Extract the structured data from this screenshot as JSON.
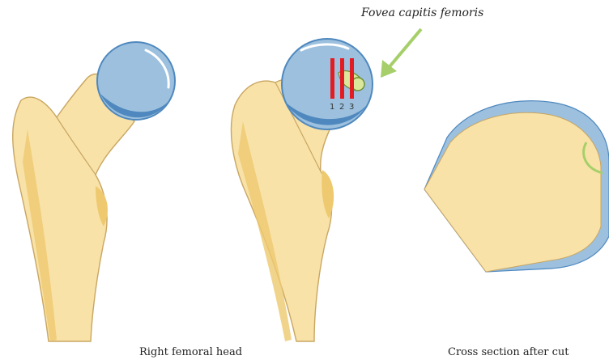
{
  "annotations": {
    "fovea_label": "Fovea capitis femoris",
    "cut_numbers": [
      "1",
      "2",
      "3"
    ]
  },
  "captions": {
    "right_femoral_head": "Right femoral head",
    "cross_section": "Cross section after cut"
  },
  "colors": {
    "bone": "#f8e2a8",
    "bone_shadow": "#eec96f",
    "cartilage": "#9cc0de",
    "cartilage_dark": "#4f88be",
    "cut_line": "#e31b23",
    "fovea": "#d9e89a",
    "arrow": "#a6cf6a"
  }
}
